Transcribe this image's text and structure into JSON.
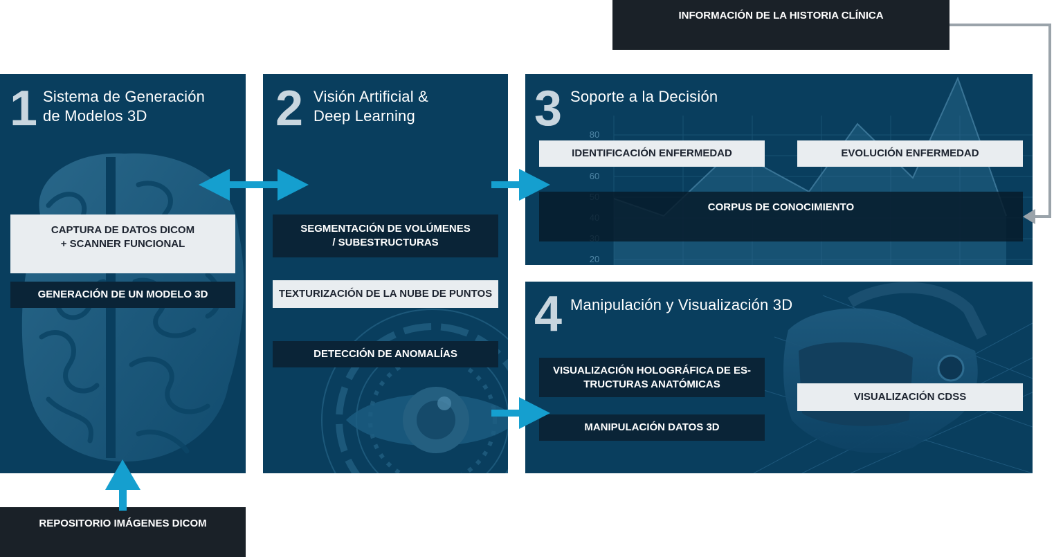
{
  "top_box": {
    "label": "INFORMACIÓN DE LA HISTORIA CLÍNICA"
  },
  "bottom_box": {
    "label": "REPOSITORIO IMÁGENES DICOM"
  },
  "panels": [
    {
      "number": "1",
      "title_line1": "Sistema de Generación",
      "title_line2": "de Modelos 3D",
      "boxes": [
        {
          "line1": "CAPTURA DE DATOS DICOM",
          "line2": "+ SCANNER FUNCIONAL"
        },
        {
          "line1": "GENERACIÓN DE UN MODELO 3D"
        }
      ]
    },
    {
      "number": "2",
      "title_line1": "Visión Artificial &",
      "title_line2": "Deep Learning",
      "boxes": [
        {
          "line1": "SEGMENTACIÓN DE VOLÚMENES",
          "line2": "/ SUBESTRUCTURAS"
        },
        {
          "line1": "TEXTURIZACIÓN DE LA NUBE DE PUNTOS"
        },
        {
          "line1": "DETECCIÓN DE ANOMALÍAS"
        }
      ]
    },
    {
      "number": "3",
      "title_line1": "Soporte a la Decisión",
      "boxes": [
        {
          "line1": "IDENTIFICACIÓN ENFERMEDAD"
        },
        {
          "line1": "EVOLUCIÓN ENFERMEDAD"
        },
        {
          "line1": "CORPUS DE CONOCIMIENTO"
        }
      ],
      "chart_ticks": [
        "80",
        "60",
        "50",
        "40",
        "30",
        "20"
      ]
    },
    {
      "number": "4",
      "title_line1": "Manipulación y Visualización 3D",
      "boxes": [
        {
          "line1": "VISUALIZACIÓN HOLOGRÁFICA DE ES-",
          "line2": "TRUCTURAS ANATÓMICAS"
        },
        {
          "line1": "MANIPULACIÓN DATOS 3D"
        },
        {
          "line1": "VISUALIZACIÓN CDSS"
        }
      ]
    }
  ],
  "colors": {
    "panel": "#093e5e",
    "arrow": "#159fcf",
    "connector": "#9aa3aa",
    "light_box": "#e9edf0",
    "dark_box": "#0a2437"
  },
  "icons": [
    "brain-illustration",
    "eye-illustration",
    "vr-headset-illustration",
    "double-arrow-icon",
    "right-arrow-icon",
    "up-arrow-icon"
  ]
}
